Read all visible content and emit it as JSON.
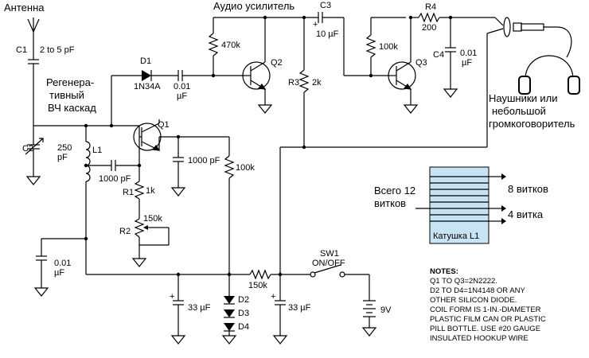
{
  "labels": {
    "antenna": "Антенна",
    "audio_amp": "Аудио усилитель",
    "rf_stage_1": "Регенера-",
    "rf_stage_2": "тивный",
    "rf_stage_3": "ВЧ каскад",
    "headphones_1": "Наушники или",
    "headphones_2": "небольшой",
    "headphones_3": "громкоговоритель",
    "total_turns_1": "Всего 12",
    "total_turns_2": "витков",
    "turns_8": "8 витков",
    "turns_4": "4 витка",
    "coil": "Катушка L1"
  },
  "components": {
    "c1": "C1",
    "c1_val": "2 to 5 pF",
    "c2": "C2",
    "c2_val1": "250",
    "c2_val2": "pF",
    "l1": "L1",
    "d1": "D1",
    "d1_val": "1N34A",
    "c_coupling_val1": "0.01",
    "c_coupling_val2": "µF",
    "r470k": "470k",
    "q1": "Q1",
    "q2": "Q2",
    "q3": "Q3",
    "c3": "C3",
    "c3_val": "10 µF",
    "r3": "R3",
    "r3_val": "2k",
    "r100k_q3": "100k",
    "r4": "R4",
    "r4_val": "200",
    "c4": "C4",
    "c4_val1": "0.01",
    "c4_val2": "µF",
    "c1000pf_a": "1000 pF",
    "c1000pf_b": "1000 pF",
    "r100k_q1": "100k",
    "r1": "R1",
    "r1_val": "1k",
    "r2": "R2",
    "r2_val": "150k",
    "c_bypass_val1": "0.01",
    "c_bypass_val2": "µF",
    "r150k": "150k",
    "c33_a": "33 µF",
    "c33_b": "33 µF",
    "d2": "D2",
    "d3": "D3",
    "d4": "D4",
    "sw1": "SW1",
    "sw1_val": "ON/OFF",
    "battery": "9V"
  },
  "notes": {
    "title": "NOTES:",
    "l1": "Q1 TO Q3=2N2222.",
    "l2": "D2 TO D4=1N4148 OR ANY",
    "l3": "OTHER SILICON DIODE.",
    "l4": "COIL FORM IS 1-IN.-DIAMETER",
    "l5": "PLASTIC FILM CAN OR PLASTIC",
    "l6": "PILL BOTTLE. USE #20 GAUGE",
    "l7": "INSULATED HOOKUP WIRE"
  }
}
